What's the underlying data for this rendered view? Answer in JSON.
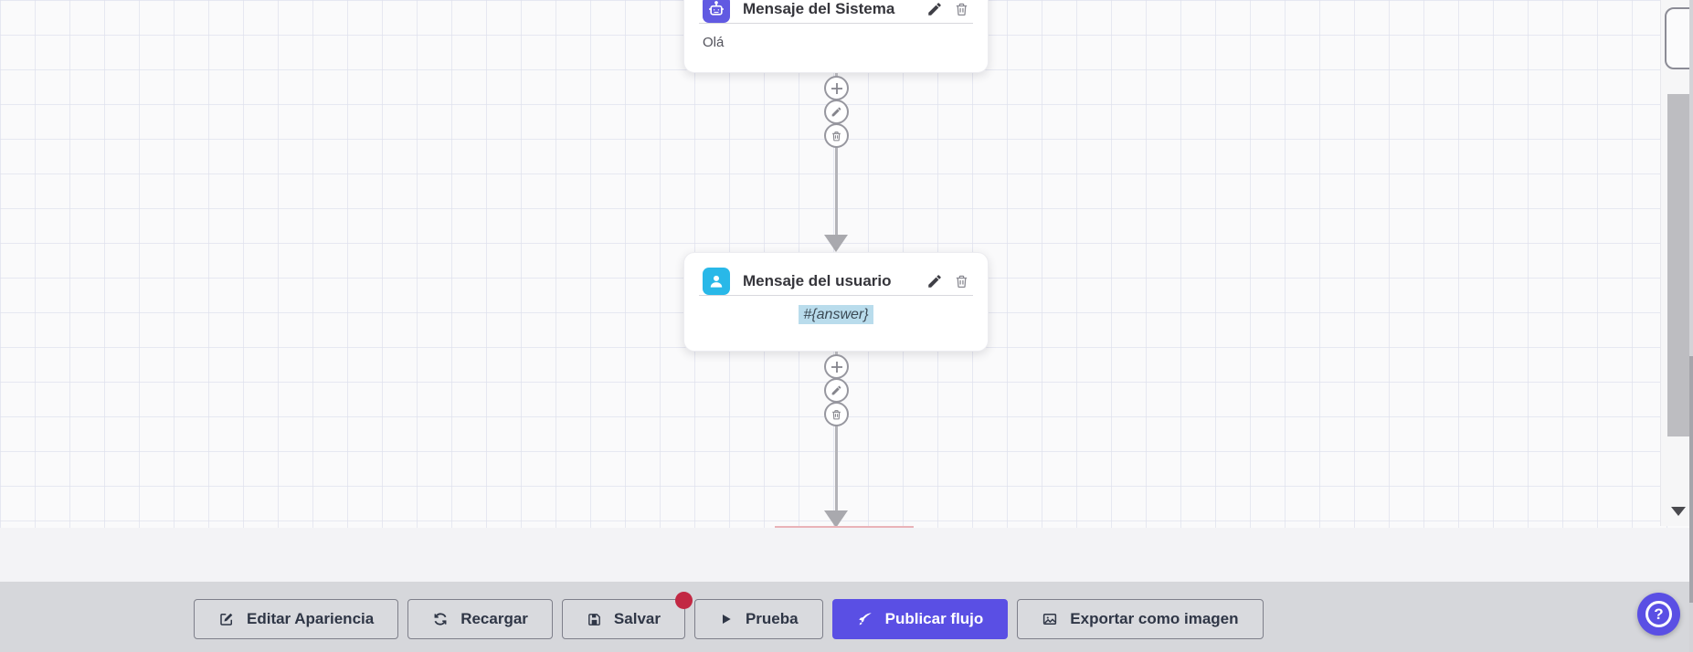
{
  "canvas": {
    "nodes": [
      {
        "icon": "robot-icon",
        "icon_color": "#615ae2",
        "title": "Mensaje del Sistema",
        "content": "Olá",
        "content_highlighted": false
      },
      {
        "icon": "user-icon",
        "icon_color": "#29b8e8",
        "title": "Mensaje del usuario",
        "content": "#{answer}",
        "content_highlighted": true
      }
    ],
    "node_actions": [
      "edit",
      "delete"
    ],
    "connector_actions": [
      "add",
      "edit",
      "delete"
    ],
    "connector_add_label": "+"
  },
  "toolbar": {
    "buttons": [
      {
        "label": "Editar Apariencia",
        "icon": "edit-square-icon",
        "style": "default"
      },
      {
        "label": "Recargar",
        "icon": "refresh-icon",
        "style": "default"
      },
      {
        "label": "Salvar",
        "icon": "save-icon",
        "style": "default",
        "badge": "unsaved-dot"
      },
      {
        "label": "Prueba",
        "icon": "play-icon",
        "style": "default"
      },
      {
        "label": "Publicar flujo",
        "icon": "rocket-icon",
        "style": "primary"
      },
      {
        "label": "Exportar como imagen",
        "icon": "image-icon",
        "style": "default"
      }
    ]
  },
  "help": {
    "icon": "question-icon"
  },
  "colors": {
    "accent_indigo": "#5a4fe4",
    "node_robot_icon_bg": "#615ae2",
    "node_user_icon_bg": "#29b8e8",
    "variable_highlight_bg": "#b9dcec",
    "unsaved_badge": "#c22843",
    "toolbar_bg": "#d6d7db",
    "canvas_bg": "#fafafb",
    "connector_gray": "#b4b4b9"
  }
}
